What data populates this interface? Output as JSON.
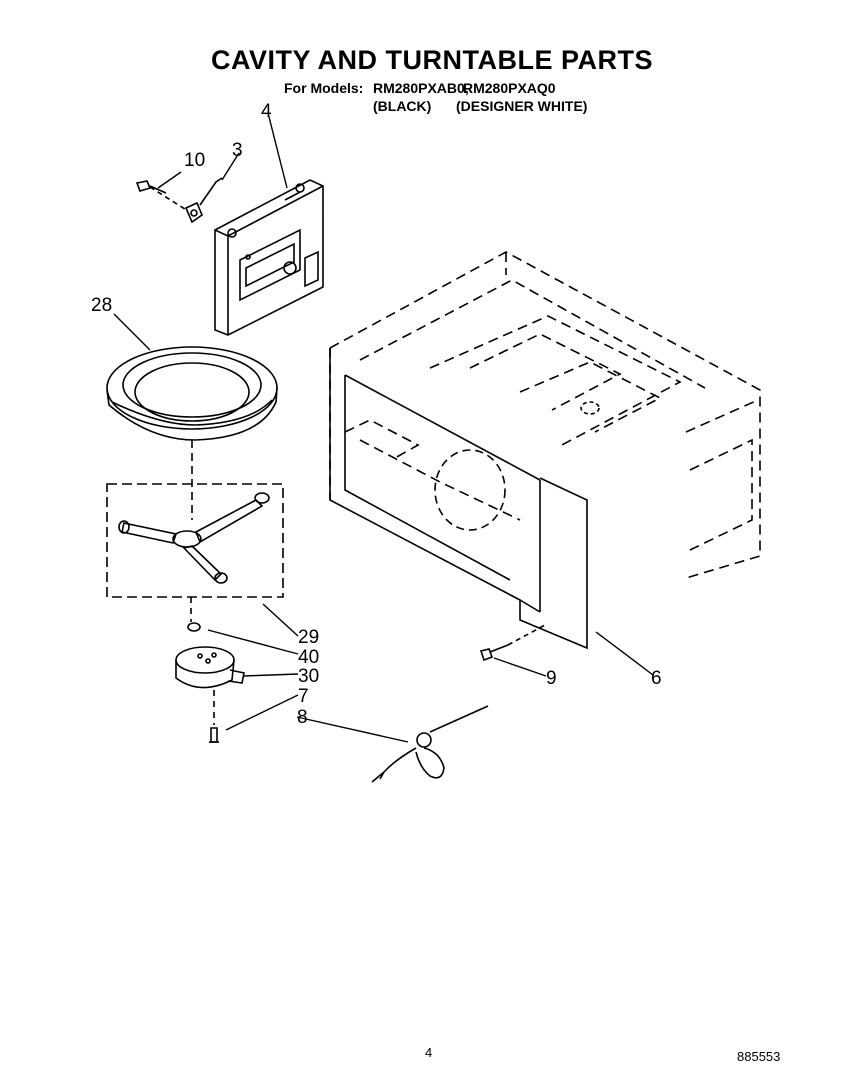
{
  "header": {
    "title": "CAVITY AND TURNTABLE PARTS",
    "models_label": "For Models:",
    "model_1": "RM280PXAB0,",
    "model_2": "RM280PXAQ0",
    "finish_1": "(BLACK)",
    "finish_2": "(DESIGNER WHITE)"
  },
  "callouts": [
    "10",
    "3",
    "4",
    "28",
    "29",
    "40",
    "30",
    "7",
    "8",
    "9",
    "6"
  ],
  "footer": {
    "page_number": "4",
    "doc_number": "885553"
  }
}
